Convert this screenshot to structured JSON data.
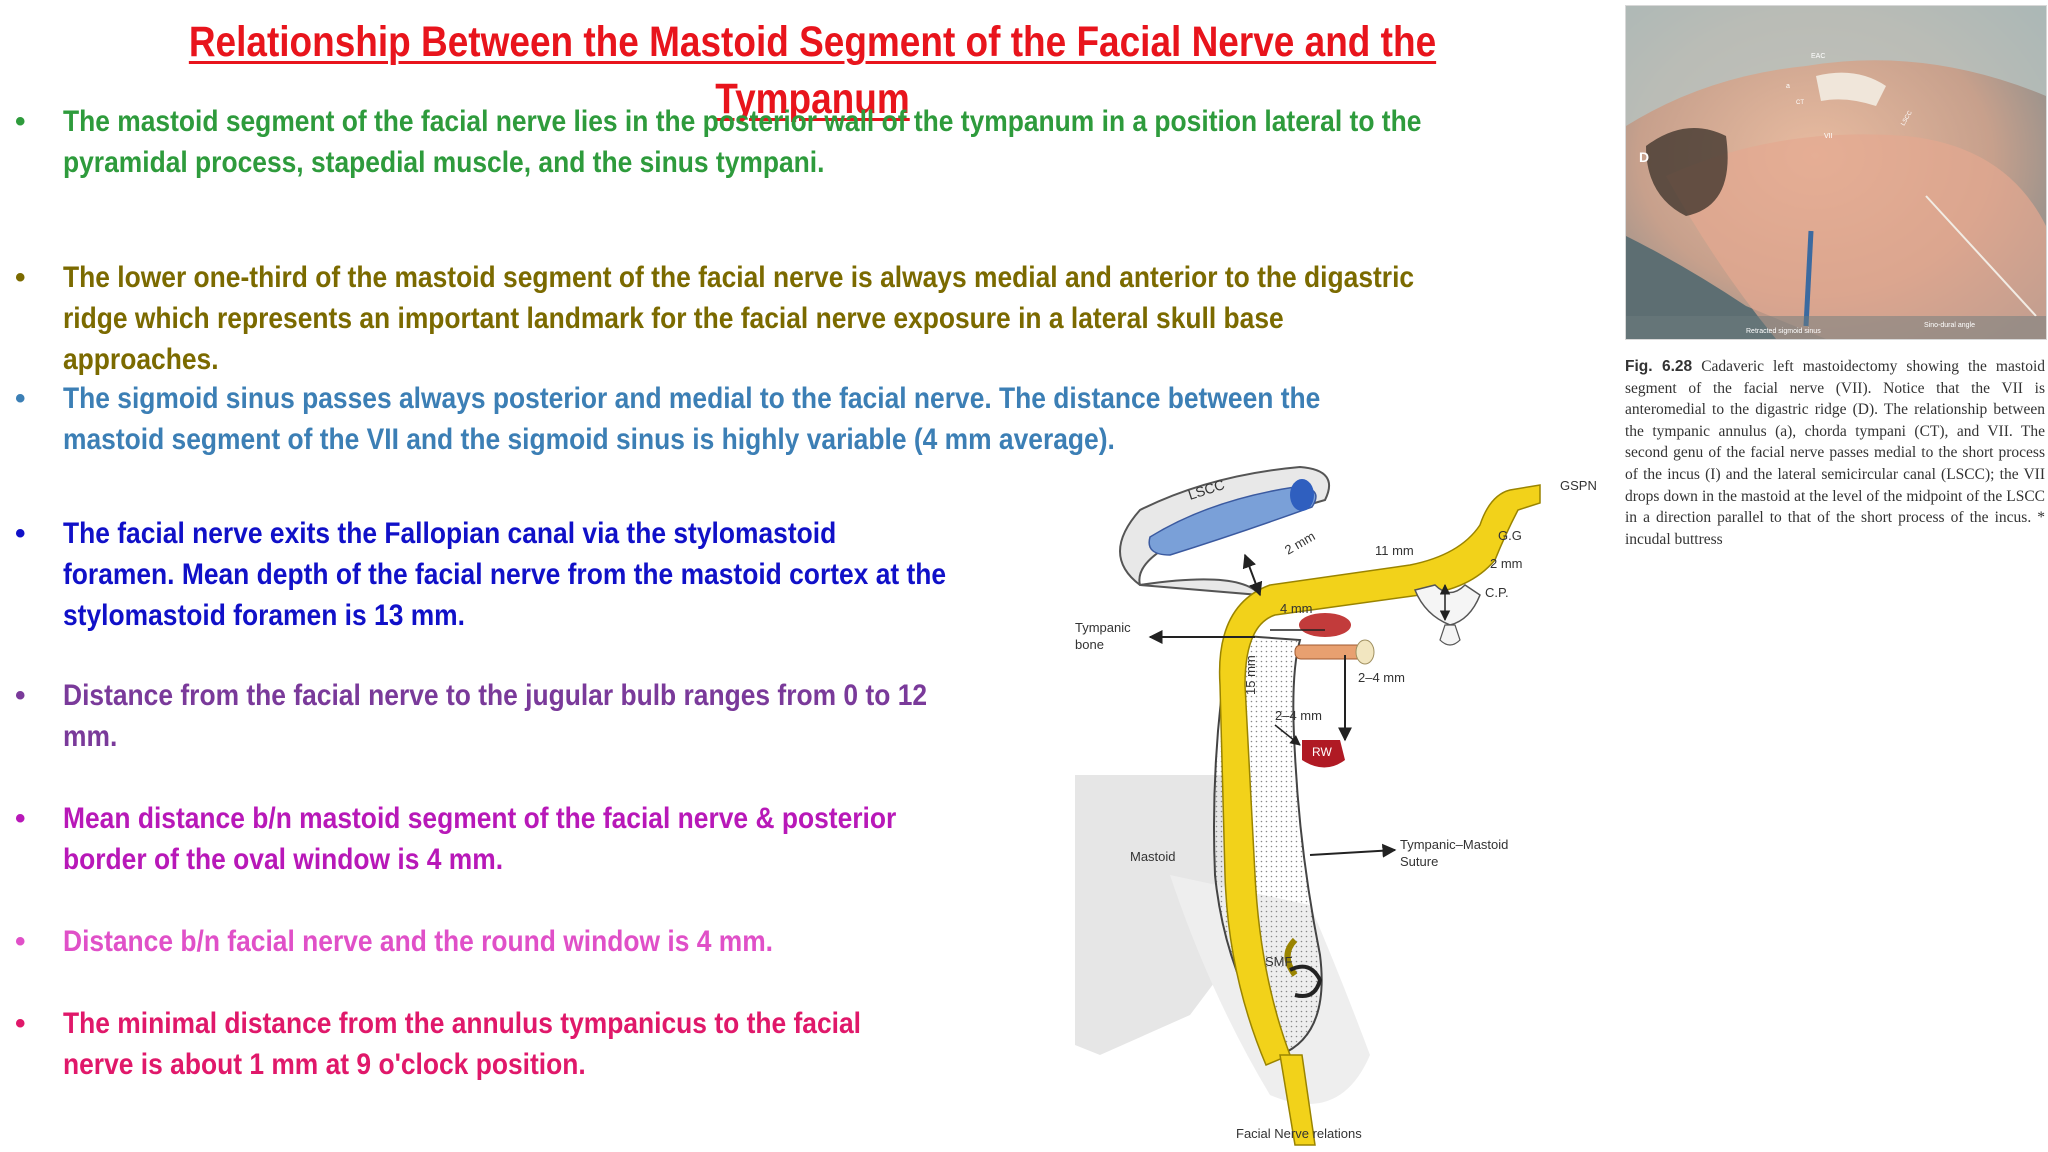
{
  "title": "Relationship Between the Mastoid Segment of the Facial Nerve and the Tympanum",
  "bullets": [
    {
      "text": "The mastoid segment of the facial nerve lies in the posterior wall of the tympanum in a position lateral to the pyramidal process, stapedial muscle, and the sinus tympani.",
      "color": "#2e9b3c"
    },
    {
      "text": "The lower one-third of the mastoid segment of the facial nerve is always medial and anterior to the digastric ridge which represents an important landmark for the facial nerve exposure in a lateral skull base approaches.",
      "color": "#7b6a00"
    },
    {
      "text": "The sigmoid sinus passes always posterior and medial to the facial nerve. The distance between the mastoid segment of the VII and the sigmoid sinus is highly variable (4 mm average).",
      "color": "#3c7fb5"
    },
    {
      "text": "The facial nerve exits the Fallopian canal via the stylomastoid foramen. Mean depth of the facial nerve from the mastoid cortex at the stylomastoid foramen is 13 mm.",
      "color": "#1010c8"
    },
    {
      "text": "Distance from the facial nerve to the jugular bulb ranges from 0 to 12 mm.",
      "color": "#7a3a9a"
    },
    {
      "text": "Mean distance b/n mastoid segment of the facial nerve & posterior border of the oval window is 4 mm.",
      "color": "#b818b8"
    },
    {
      "text": "Distance b/n facial nerve and the round window is 4 mm.",
      "color": "#e050c8"
    },
    {
      "text": "The minimal distance from the annulus tympanicus to the facial nerve is about 1 mm at 9 o'clock position.",
      "color": "#e0186a"
    }
  ],
  "bullet_symbol": "•",
  "photo": {
    "labels": {
      "eac": "EAC",
      "vii": "VII",
      "lscc": "LSCC",
      "d": "D",
      "ct": "CT",
      "a": "a",
      "bottom_left": "Retracted sigmoid sinus",
      "bottom_right": "Sino-dural angle"
    }
  },
  "caption": {
    "fig": "Fig. 6.28",
    "text": "Cadaveric left mastoidectomy showing the mastoid segment of the facial nerve (VII). Notice that the VII is anteromedial to the digastric ridge (D). The relationship between the tympanic annulus (a), chorda tympani (CT), and VII. The second genu of the facial nerve passes medial to the short process of the incus (I) and the lateral semicircular canal (LSCC); the VII drops down in the mastoid at the level of the midpoint of the LSCC in a direction parallel to that of the short process of the incus. * incudal buttress"
  },
  "diagram": {
    "lscc": "LSCC",
    "gspn": "GSPN",
    "gg": "G.G",
    "cp": "C.P.",
    "d_2mm_a": "2 mm",
    "d_11mm": "11 mm",
    "d_2mm_b": "2 mm",
    "d_4mm": "4 mm",
    "d_15mm": "15 mm",
    "d_2_4mm_a": "2–4 mm",
    "d_2_4mm_b": "2–4 mm",
    "rw": "RW",
    "tympanic_bone_1": "Tympanic",
    "tympanic_bone_2": "bone",
    "mastoid": "Mastoid",
    "suture_1": "Tympanic–Mastoid",
    "suture_2": "Suture",
    "smf": "SMF",
    "caption": "Facial Nerve relations"
  },
  "colors": {
    "title": "#e8141c",
    "nerve": "#f2d21a",
    "rw": "#b01a24"
  }
}
